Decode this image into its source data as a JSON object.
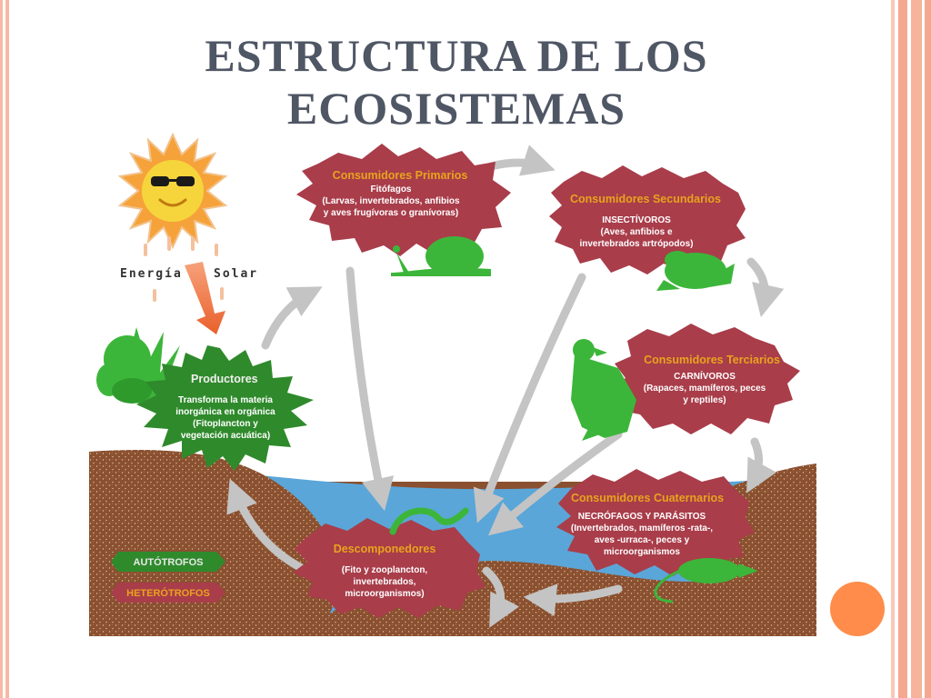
{
  "slide": {
    "title_line1": "ESTRUCTURA DE LOS",
    "title_line2": "ECOSISTEMAS"
  },
  "diagram": {
    "energy_label": "Energía",
    "solar_label": "Solar",
    "nodes": {
      "productores": {
        "title": "Productores",
        "lines": [
          "Transforma la materia",
          "inorgánica en orgánica",
          "(Fitoplancton y",
          "vegetación acuática)"
        ]
      },
      "primarios": {
        "title": "Consumidores Primarios",
        "lines": [
          "Fitófagos",
          "(Larvas, invertebrados, anfibios",
          "y aves frugívoras o granívoras)"
        ]
      },
      "secundarios": {
        "title": "Consumidores Secundarios",
        "lines": [
          "INSECTÍVOROS",
          "(Aves, anfibios e",
          "invertebrados artrópodos)"
        ]
      },
      "terciarios": {
        "title": "Consumidores Terciarios",
        "lines": [
          "CARNÍVOROS",
          "(Rapaces, mamíferos, peces",
          "y reptiles)"
        ]
      },
      "cuaternarios": {
        "title": "Consumidores Cuaternarios",
        "lines": [
          "NECRÓFAGOS Y PARÁSITOS",
          "(Invertebrados, mamíferos -rata-,",
          "aves -urraca-, peces y",
          "microorganismos"
        ]
      },
      "descomponedores": {
        "title": "Descomponedores",
        "lines": [
          "(Fito y zooplancton,",
          "invertebrados,",
          "microorganismos)"
        ]
      }
    },
    "legend": {
      "autotrofos": "AUTÓTROFOS",
      "heterotrofos": "HETERÓTROFOS"
    },
    "colors": {
      "heterotroph_blob": "#a93d4a",
      "autotroph_blob": "#2f8a2c",
      "organism_green": "#3cb63a",
      "soil": "#8a5030",
      "water": "#5aa6d8",
      "sun": "#f6d53c",
      "arrow": "#c4c4c4",
      "accent_dot": "#ff8c4a"
    }
  }
}
